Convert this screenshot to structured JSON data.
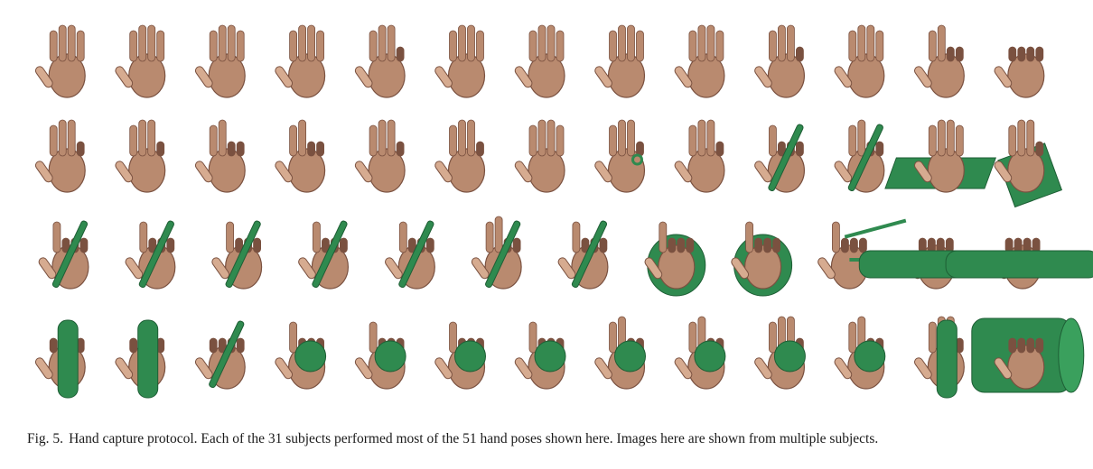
{
  "figure": {
    "caption_label": "Fig. 5.",
    "caption_text": "Hand capture protocol. Each of the 31 subjects performed most of the 51 hand poses shown here. Images here are shown from multiple subjects.",
    "colors": {
      "skin": "#b98a6f",
      "skin_dark": "#7a5140",
      "skin_light": "#d6ab90",
      "object": "#2f8a4f",
      "object_dark": "#1e5e35",
      "background": "#ffffff"
    },
    "rows": [
      {
        "poses": [
          {
            "fingers": 5,
            "obj": "none"
          },
          {
            "fingers": 5,
            "obj": "none"
          },
          {
            "fingers": 4,
            "obj": "none"
          },
          {
            "fingers": 4,
            "obj": "none"
          },
          {
            "fingers": 3,
            "obj": "none"
          },
          {
            "fingers": 5,
            "obj": "none"
          },
          {
            "fingers": 4,
            "obj": "none"
          },
          {
            "fingers": 4,
            "obj": "none"
          },
          {
            "fingers": 4,
            "obj": "none"
          },
          {
            "fingers": 3,
            "obj": "none"
          },
          {
            "fingers": 4,
            "obj": "none"
          },
          {
            "fingers": 2,
            "obj": "none"
          },
          {
            "fingers": 0,
            "obj": "none"
          }
        ]
      },
      {
        "poses": [
          {
            "fingers": 3,
            "obj": "none"
          },
          {
            "fingers": 3,
            "obj": "none"
          },
          {
            "fingers": 2,
            "obj": "none"
          },
          {
            "fingers": 2,
            "obj": "none"
          },
          {
            "fingers": 3,
            "obj": "none"
          },
          {
            "fingers": 3,
            "obj": "none"
          },
          {
            "fingers": 4,
            "obj": "none"
          },
          {
            "fingers": 3,
            "obj": "ring"
          },
          {
            "fingers": 3,
            "obj": "none"
          },
          {
            "fingers": 1,
            "obj": "stick"
          },
          {
            "fingers": 2,
            "obj": "stick"
          },
          {
            "fingers": 4,
            "obj": "board"
          },
          {
            "fingers": 3,
            "obj": "plate"
          }
        ]
      },
      {
        "poses": [
          {
            "fingers": 1,
            "obj": "stick"
          },
          {
            "fingers": 1,
            "obj": "stick"
          },
          {
            "fingers": 1,
            "obj": "stick"
          },
          {
            "fingers": 1,
            "obj": "stick"
          },
          {
            "fingers": 1,
            "obj": "stick"
          },
          {
            "fingers": 2,
            "obj": "stick"
          },
          {
            "fingers": 1,
            "obj": "stick"
          },
          {
            "fingers": 1,
            "obj": "disk"
          },
          {
            "fingers": 1,
            "obj": "disk"
          },
          {
            "fingers": 1,
            "obj": "chopsticks"
          },
          {
            "fingers": 0,
            "obj": "cylinder"
          },
          {
            "fingers": 0,
            "obj": "cylinder"
          }
        ]
      },
      {
        "poses": [
          {
            "fingers": 0,
            "obj": "vcylinder"
          },
          {
            "fingers": 0,
            "obj": "vcylinder"
          },
          {
            "fingers": 0,
            "obj": "stick"
          },
          {
            "fingers": 1,
            "obj": "ball"
          },
          {
            "fingers": 1,
            "obj": "ball"
          },
          {
            "fingers": 1,
            "obj": "ball"
          },
          {
            "fingers": 1,
            "obj": "ball"
          },
          {
            "fingers": 2,
            "obj": "ball"
          },
          {
            "fingers": 2,
            "obj": "ball"
          },
          {
            "fingers": 3,
            "obj": "ball"
          },
          {
            "fingers": 2,
            "obj": "ball"
          },
          {
            "fingers": 3,
            "obj": "vcylinder"
          },
          {
            "fingers": 0,
            "obj": "bigcylinder"
          }
        ]
      }
    ]
  }
}
